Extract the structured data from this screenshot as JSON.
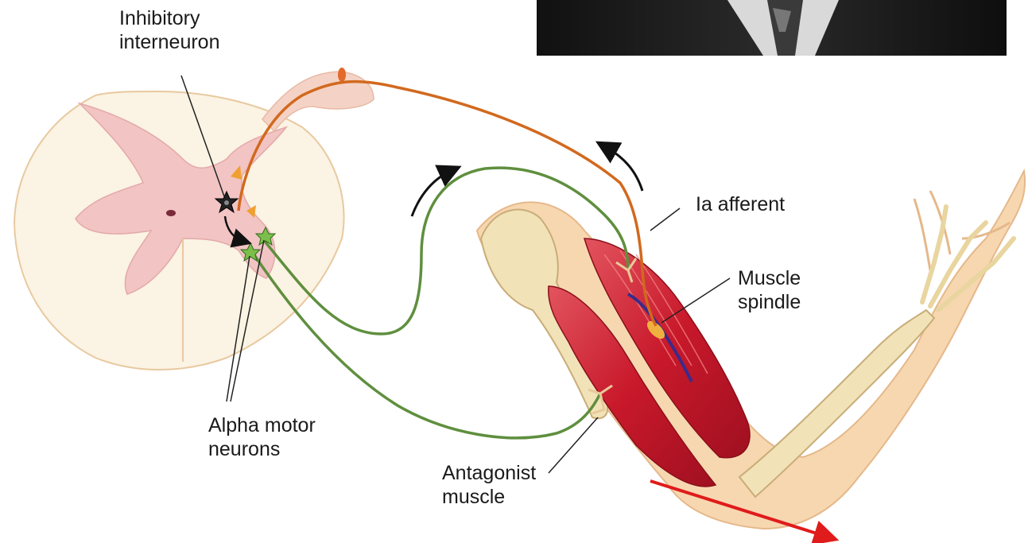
{
  "labels": {
    "inhibitory_interneuron": [
      "Inhibitory",
      "interneuron"
    ],
    "ia_afferent": "Ia afferent",
    "muscle_spindle": [
      "Muscle",
      "spindle"
    ],
    "alpha_motor_neurons": [
      "Alpha motor",
      "neurons"
    ],
    "antagonist_muscle": [
      "Antagonist",
      "muscle"
    ]
  },
  "colors": {
    "spinal_grey": "#f2c4c4",
    "spinal_white": "#fbf3e3",
    "afferent": "#d2691e",
    "motor": "#5f8f3e",
    "muscle": "#c8192b",
    "bone": "#f1e2b8",
    "skin": "#f7d7b0",
    "stretch_arrow": "#e01b1b",
    "photo_dark": "#151515"
  },
  "icons": {
    "photo": "photo-inset",
    "interneuron": "star-neuron-icon",
    "motor_neurons": "star-neuron-icon"
  }
}
